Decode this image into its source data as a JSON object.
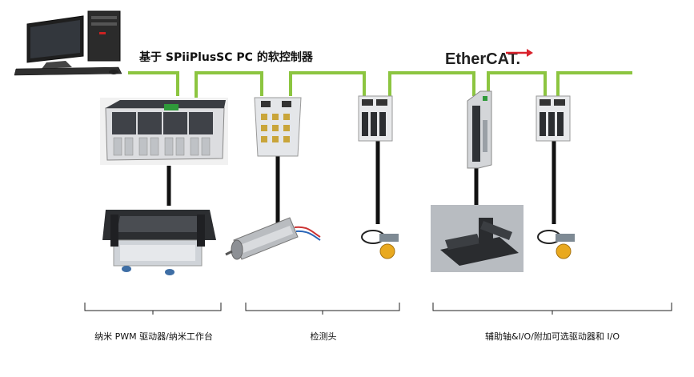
{
  "title": "基于 SPiiPlusSC PC 的软控制器",
  "logo": {
    "prefix": "Ether",
    "suffix": "CAT."
  },
  "groups": [
    {
      "label": "纳米 PWM 驱动器/纳米工作台"
    },
    {
      "label": "检测头"
    },
    {
      "label": "辅助轴&I/O/附加可选驱动器和 I/O"
    }
  ],
  "colors": {
    "ethercat_line": "#8cc540",
    "link_line": "#111111",
    "logo_accent": "#d9232d"
  }
}
